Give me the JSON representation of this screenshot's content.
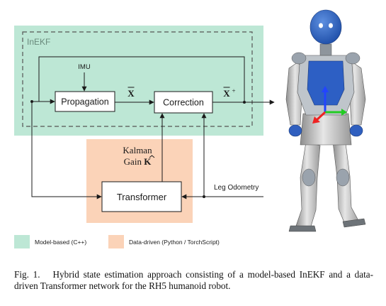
{
  "diagram": {
    "group_label": "InEKF",
    "nodes": {
      "propagation": "Propagation",
      "correction": "Correction",
      "transformer": "Transformer"
    },
    "inputs": {
      "imu": "IMU",
      "leg_odometry": "Leg Odometry"
    },
    "signals": {
      "x_bar": "X",
      "x_bar_plus": "X",
      "plus_sup": "+",
      "kalman_line1": "Kalman",
      "kalman_line2_prefix": "Gain ",
      "kalman_k": "K"
    },
    "legend": {
      "model_based": "Model-based (C++)",
      "data_driven": "Data-driven (Python / TorchScript)"
    }
  },
  "colors": {
    "model_based_fill": "#bde7d5",
    "data_driven_fill": "#fbd3b8",
    "line": "#1a1a1a",
    "dash": "#555555"
  },
  "caption": {
    "label": "Fig. 1.",
    "text": "Hybrid state estimation approach consisting of a model-based InEKF and a data-driven Transformer network for the RH5 humanoid robot."
  }
}
